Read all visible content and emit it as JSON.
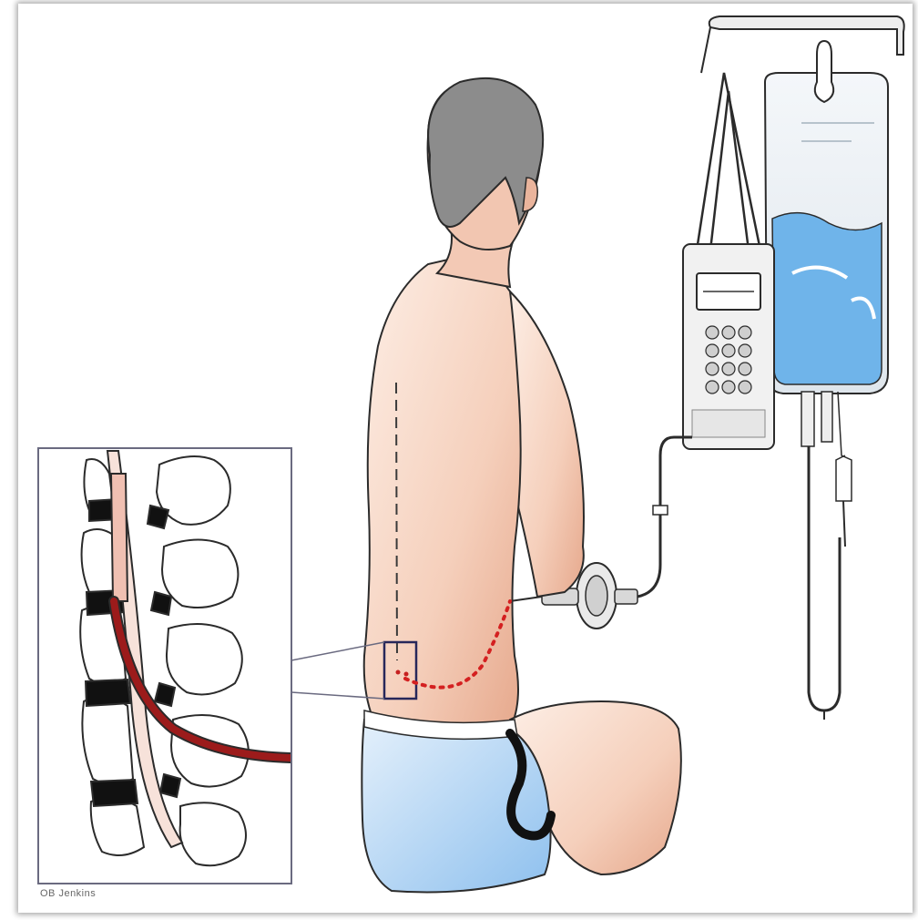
{
  "illustration": {
    "credit": "OB Jenkins",
    "colors": {
      "skin": "#f6d8c8",
      "skin_shade": "#e9b39a",
      "hair": "#8c8c8c",
      "shorts": "#bcd8f3",
      "fluid": "#6fb4ea",
      "catheter": "#9c1b1b",
      "dotted_line": "#d42020",
      "outline": "#2b2b2b"
    },
    "icons": [
      "spine-inset",
      "infusion-pump",
      "iv-fluid-bag",
      "catheter-filter"
    ]
  }
}
